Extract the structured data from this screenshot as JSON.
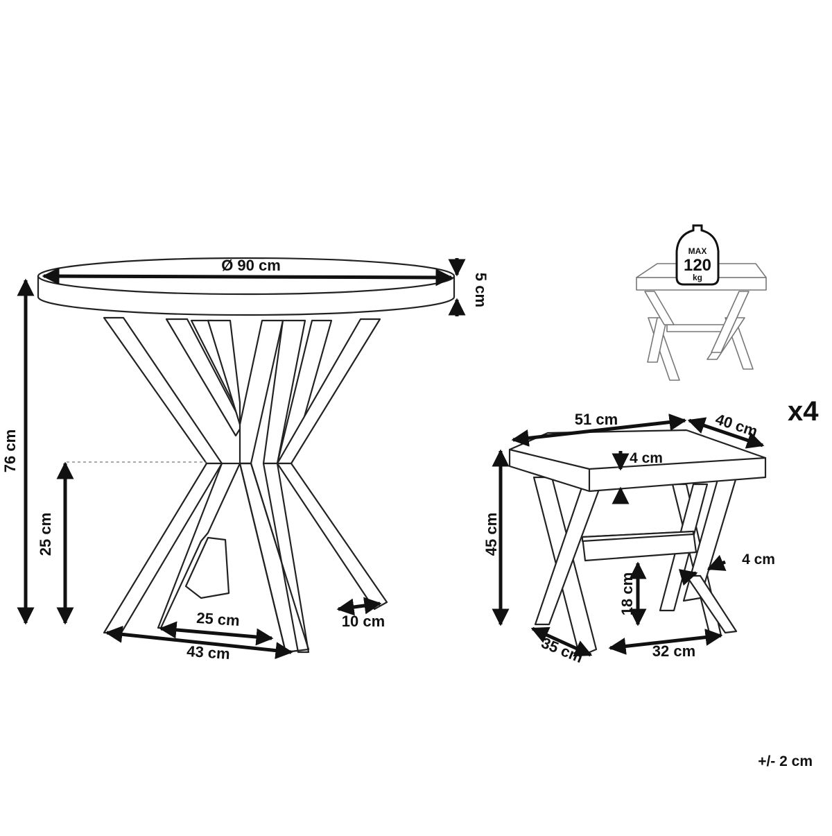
{
  "table": {
    "diameter": "Ø 90 cm",
    "top_thickness": "5 cm",
    "height": "76 cm",
    "cross_height": "25 cm",
    "foot_inner": "25 cm",
    "foot_outer": "43 cm",
    "leg_width": "10 cm"
  },
  "stool": {
    "quantity": "x4",
    "length": "51 cm",
    "depth": "40 cm",
    "top_thickness": "4 cm",
    "height": "45 cm",
    "leg_width": "4 cm",
    "bar_height": "18 cm",
    "base_depth": "35 cm",
    "base_width": "32 cm"
  },
  "load_badge": {
    "max": "MAX",
    "value": "120",
    "unit": "kg"
  },
  "tolerance": "+/- 2 cm"
}
